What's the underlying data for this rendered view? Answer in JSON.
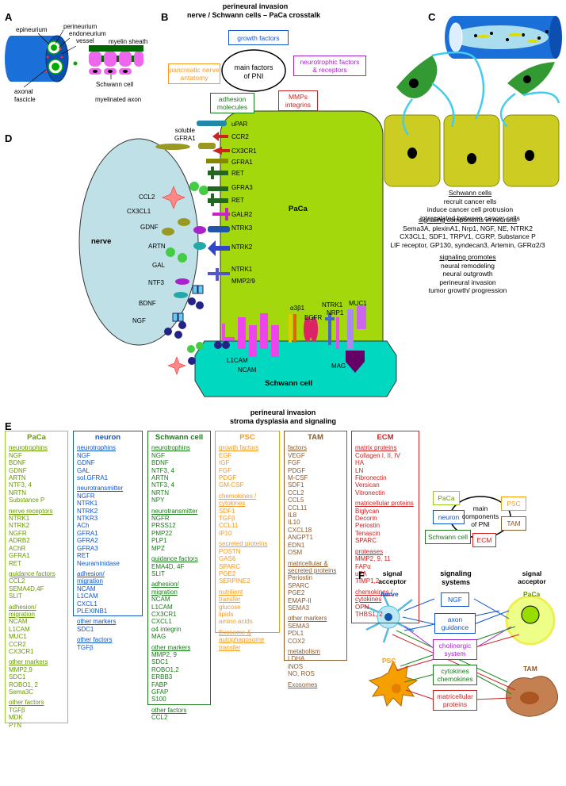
{
  "panels": {
    "A": "A",
    "B": "B",
    "C": "C",
    "D": "D",
    "E": "E",
    "F": "F"
  },
  "colors": {
    "green": "#669900",
    "blue": "#1155cc",
    "darkgreen": "#1a7a1a",
    "orange": "#f59a23",
    "brown": "#8b5a2b",
    "red": "#cc2222",
    "purple": "#aa22cc",
    "lime": "#99dd11",
    "paleblue": "#bfe0e6",
    "cyan": "#33ccdd",
    "mustard": "#cccc22"
  },
  "panelA": {
    "epineurium": "epineurium",
    "perineurium": "perineurium",
    "endoneurium": "endoneurium",
    "vessel": "vessel",
    "myelin_sheath": "myelin sheath",
    "axonal_fascicle": "axonal\nfascicle",
    "schwann_cell": "Schwann cell",
    "myelinated_axon": "myelinated axon"
  },
  "panelB": {
    "title1": "perineural invasion",
    "title2": "nerve / Schwann cells – PaCa crosstalk",
    "growth_factors": "growth factors",
    "pancreatic_nerve": "pancreatic nerve\nantatomy",
    "center": "main factors\nof PNI",
    "neurotrophic": "neurotrophic factors\n& receptors",
    "adhesion": "adhesion\nmolecules",
    "mmps": "MMPs\nintegrins"
  },
  "panelC": {
    "heading": "Schwann cells",
    "lines": [
      "recruit cancer ells",
      "induce cancer cell protrusion",
      "intercalated between cancer cells"
    ]
  },
  "panelD": {
    "nerve": "nerve",
    "paca": "PaCa",
    "schwann": "Schwann cell",
    "soluble": "soluble\nGFRA1",
    "ligands": [
      "CCL2",
      "CX3CL1",
      "GDNF",
      "ARTN",
      "GAL",
      "NTF3",
      "BDNF",
      "NGF"
    ],
    "receptors": [
      "uPAR",
      "CCR2",
      "CX3CR1",
      "GFRA1",
      "RET",
      "GFRA3",
      "RET",
      "GALR2",
      "NTRK3",
      "NTRK2",
      "NTRK1",
      "MMP2/9"
    ],
    "bottom": [
      "α3β1",
      "EGFR",
      "NTRK1",
      "NRP1",
      "MUC1",
      "L1CAM",
      "NCAM",
      "MAG"
    ]
  },
  "signaling": {
    "heading1": "signaling components in neurons",
    "lines1": [
      "Sema3A, plexinA1, Nrp1, NGF, NE, NTRK2",
      "CX3CL1, SDF1, TRPV1, CGRP, Substance P",
      "LIF receptor, GP130, syndecan3, Artemin, GFRα2/3"
    ],
    "heading2": "signaling promotes",
    "lines2": [
      "neural remodeling",
      "neural outgrowth",
      "perineural invasion",
      "tumor growth/ progression"
    ]
  },
  "panelE": {
    "title1": "perineural invasion",
    "title2": "stroma dysplasia and signaling"
  },
  "columns": [
    {
      "key": "paca",
      "header": "PaCa",
      "sections": [
        {
          "h": "neurotrophins",
          "items": [
            "NGF",
            "BDNF",
            "GDNF",
            "ARTN",
            "NTF3, 4",
            "NRTN",
            "Substance P"
          ]
        },
        {
          "h": "nerve receptors",
          "items": [
            "NTRK1",
            "NTRK2",
            "NGFR",
            "ADRB2",
            "AChR",
            "GFRA1",
            "RET"
          ]
        },
        {
          "h": "guidance factors",
          "items": [
            "CCL2",
            "SEMA4D,4F",
            "SLIT"
          ]
        },
        {
          "h": "adhesion/\nmigration",
          "items": [
            "NCAM",
            "L1CAM",
            "MUC1",
            "CCR2",
            "CX3CR1"
          ]
        },
        {
          "h": "other markers",
          "items": [
            "MMP2,9",
            "SDC1",
            "ROBO1, 2",
            "Sema3C"
          ]
        },
        {
          "h": "other factors",
          "items": [
            "TGFβ",
            "MDK",
            "PTN"
          ]
        }
      ]
    },
    {
      "key": "neuron",
      "header": "neuron",
      "sections": [
        {
          "h": "neurotrophins",
          "items": [
            "NGF",
            "GDNF",
            "GAL",
            "sol.GFRA1"
          ]
        },
        {
          "h": "neurotransmitter",
          "items": [
            "NGFR",
            "NTRK1",
            "NTRK2",
            "NTKR3",
            "ACh",
            "GFRA1",
            "GFRA2",
            "GFRA3",
            "RET",
            "Neuraminidase"
          ]
        },
        {
          "h": "adhesion/\nmigration",
          "items": [
            "NCAM",
            "L1CAM",
            "CXCL1",
            "PLEXINB1"
          ]
        },
        {
          "h": "other markers",
          "items": [
            "SDC1"
          ]
        },
        {
          "h": "other factors",
          "items": [
            "TGFβ"
          ]
        }
      ]
    },
    {
      "key": "schwann",
      "header": "Schwann cell",
      "sections": [
        {
          "h": "neurotrophins",
          "items": [
            "NGF",
            "BDNF",
            "NTF3, 4",
            "ARTN",
            "NTF3, 4",
            "NRTN",
            "NPY"
          ]
        },
        {
          "h": "neurotransmitter",
          "items": [
            "NGFR",
            "PRSS12",
            "PMP22",
            "PLP1",
            "MPZ"
          ]
        },
        {
          "h": "guidance factors",
          "items": [
            "EMA4D, 4F",
            "SLIT"
          ]
        },
        {
          "h": "adhesion/\nmigration",
          "items": [
            "NCAM",
            "L1CAM",
            "CX3CR1",
            "CXCL1",
            "α4 integrin",
            "MAG"
          ]
        },
        {
          "h": "other markers",
          "items": [
            "MMP2, 9",
            "SDC1",
            "ROBO1,2",
            "ERBB3",
            "FABP",
            "GFAP",
            "S100"
          ]
        },
        {
          "h": "other factors",
          "items": [
            "CCL2"
          ]
        }
      ]
    },
    {
      "key": "psc",
      "header": "PSC",
      "sections": [
        {
          "h": "growth factors",
          "items": [
            "EGF",
            "IGF",
            "FGF",
            "PDGF",
            "GM-CSF"
          ]
        },
        {
          "h": "chemokines /\ncytokines",
          "items": [
            "SDF1",
            "TGFβ",
            "CCL11",
            "IP10"
          ]
        },
        {
          "h": "secreted proteins",
          "items": [
            "POSTN",
            "GAS6",
            "SPARC",
            "PGE2",
            "SERPINE2"
          ]
        },
        {
          "h": "nutrilient\ntransfer",
          "items": [
            "glucose",
            "lipids",
            "amino acids"
          ]
        },
        {
          "h": "Exosome &\nautophagosome\ntransfer",
          "items": []
        }
      ]
    },
    {
      "key": "tam",
      "header": "TAM",
      "sections": [
        {
          "h": "factors",
          "items": [
            "VEGF",
            "FGF",
            "PDGF",
            "M-CSF",
            "SDF1",
            "CCL2",
            "CCL5",
            "CCL11",
            "IL8",
            "IL10",
            "CXCL18",
            "ANGPT1",
            "EDN1",
            "OSM"
          ]
        },
        {
          "h": "matricellular &\nsecreted proteins",
          "items": [
            "Periostin",
            "SPARC",
            "PGE2",
            "EMAP-II",
            "SEMA3"
          ]
        },
        {
          "h": "other markers",
          "items": [
            "SEMA3",
            "PDL1",
            "COX2"
          ]
        },
        {
          "h": "metabolism",
          "items": [
            "LDHA",
            "iNOS",
            "NO, ROS"
          ]
        },
        {
          "h": "Exosomes",
          "items": []
        }
      ]
    },
    {
      "key": "ecm",
      "header": "ECM",
      "sections": [
        {
          "h": "matrix proteins",
          "items": [
            "Collagen I, II, IV",
            "HA",
            "LN",
            "Fibronectin",
            "Versican",
            "Vitronectin"
          ]
        },
        {
          "h": "matricellular proteins",
          "items": [
            "Biglycan",
            "Decorin",
            "Periostin",
            "Tenascin",
            "SPARC"
          ]
        },
        {
          "h": "proteases",
          "items": [
            "MMP2, 9, 11",
            "FAPα",
            "uPA",
            "TIMP1,2"
          ]
        },
        {
          "h": "chemokines /\ncytokines",
          "items": [
            "OPN",
            "THBS1, 2"
          ]
        }
      ]
    }
  ],
  "legend": {
    "paca": "PaCa",
    "psc": "PSC",
    "neuron": "neuron",
    "tam": "TAM",
    "schwann": "Schwann cell",
    "ecm": "ECM",
    "center": "main\ncomponents\nof PNI"
  },
  "panelF": {
    "acceptor_left": "signal\nacceptor",
    "systems": "signaling\nsystems",
    "acceptor_right": "signal\nacceptor",
    "nerve": "nerve",
    "paca": "PaCa",
    "psc": "PSC",
    "tam": "TAM",
    "boxes": [
      "NGF",
      "axon\nguidance",
      "cholinergic\nsystem",
      "cytokines\nchemokines",
      "matricellular\nproteins"
    ]
  }
}
